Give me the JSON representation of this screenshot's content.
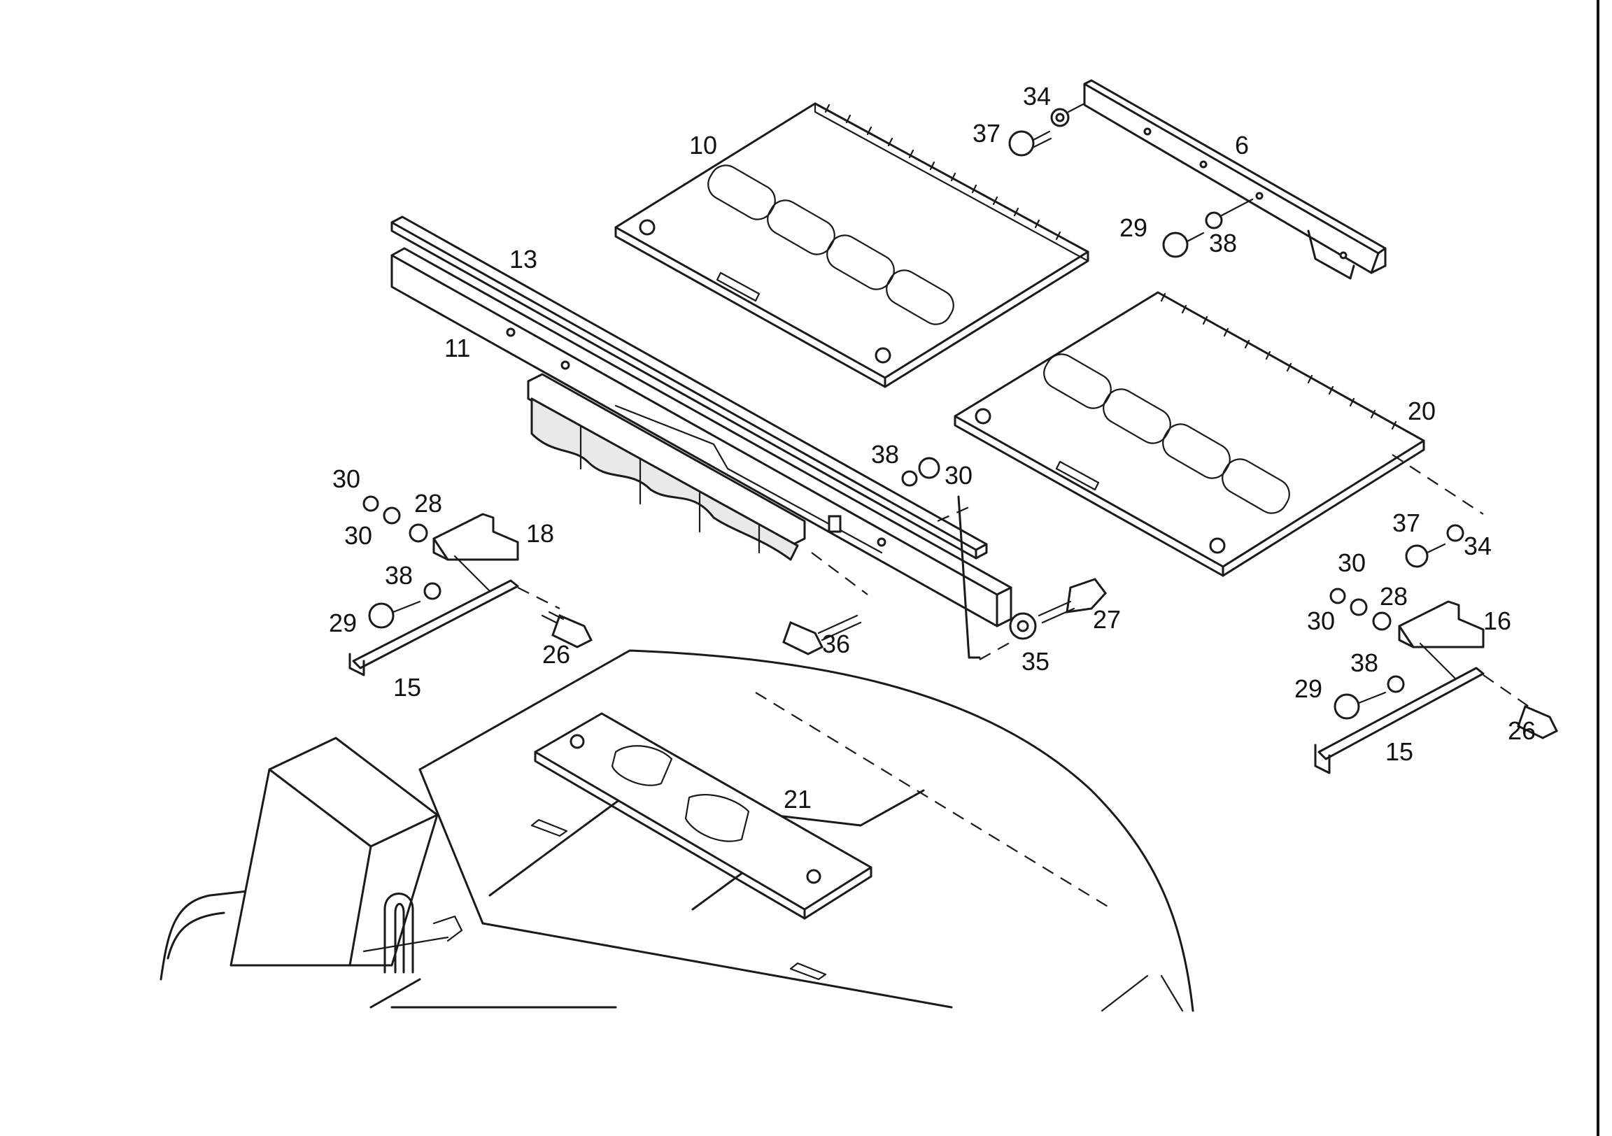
{
  "callouts": {
    "c10": "10",
    "c6": "6",
    "c34a": "34",
    "c37a": "37",
    "c29a": "29",
    "c38a": "38",
    "c13": "13",
    "c11": "11",
    "c20": "20",
    "c38b": "38",
    "c30a": "30",
    "c30b": "30",
    "c28a": "28",
    "c30c": "30",
    "c18": "18",
    "c38c": "38",
    "c29b": "29",
    "c26a": "26",
    "c15a": "15",
    "c36": "36",
    "c27": "27",
    "c35": "35",
    "c37b": "37",
    "c34b": "34",
    "c30d": "30",
    "c28b": "28",
    "c30e": "30",
    "c16": "16",
    "c38d": "38",
    "c29c": "29",
    "c26b": "26",
    "c15b": "15",
    "c21": "21"
  },
  "colors": {
    "ink": "#1a1a1a",
    "paper": "#ffffff"
  }
}
